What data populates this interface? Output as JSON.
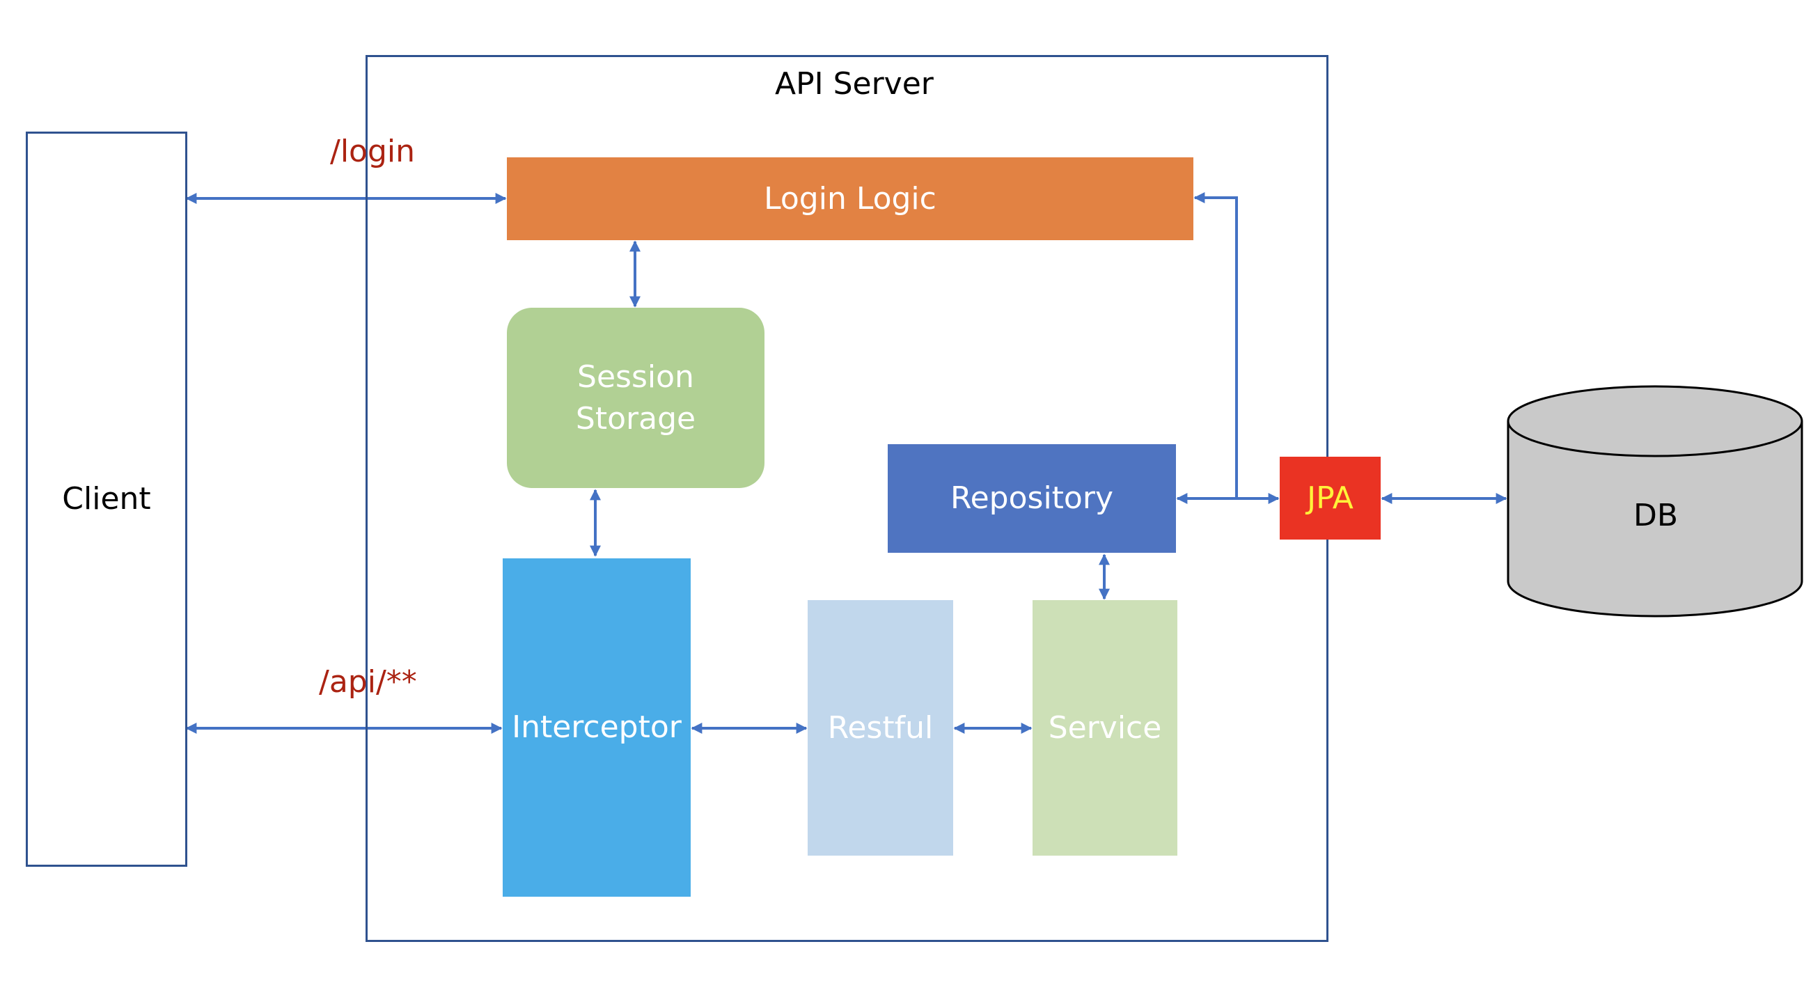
{
  "colors": {
    "outline": "#2f528f",
    "arrow": "#4472c4",
    "route_text": "#ab2312",
    "login_logic": "#e28243",
    "session_storage": "#b1d094",
    "repository": "#4f74c1",
    "interceptor": "#4aade8",
    "restful": "#c1d7ec",
    "service": "#cde0b7",
    "jpa": "#ea3323",
    "jpa_text": "#fff33a",
    "db_fill": "#c9c9c9",
    "db_stroke": "#000000"
  },
  "diagram": {
    "server_title": "API Server",
    "client": "Client",
    "routes": {
      "login": "/login",
      "api": "/api/**"
    },
    "components": {
      "login_logic": "Login Logic",
      "session_storage_line1": "Session",
      "session_storage_line2": "Storage",
      "repository": "Repository",
      "interceptor": "Interceptor",
      "restful": "Restful",
      "service": "Service",
      "jpa": "JPA"
    },
    "database": "DB"
  },
  "connections": [
    {
      "from": "Client",
      "to": "Login Logic",
      "via": "/login",
      "bidirectional": true
    },
    {
      "from": "Client",
      "to": "Interceptor",
      "via": "/api/**",
      "bidirectional": true
    },
    {
      "from": "Login Logic",
      "to": "Session Storage",
      "bidirectional": true
    },
    {
      "from": "Session Storage",
      "to": "Interceptor",
      "bidirectional": true
    },
    {
      "from": "Interceptor",
      "to": "Restful",
      "bidirectional": true
    },
    {
      "from": "Restful",
      "to": "Service",
      "bidirectional": true
    },
    {
      "from": "Service",
      "to": "Repository",
      "bidirectional": true
    },
    {
      "from": "Repository",
      "to": "JPA",
      "bidirectional": true
    },
    {
      "from": "JPA",
      "to": "Login Logic",
      "bidirectional": false
    },
    {
      "from": "JPA",
      "to": "DB",
      "bidirectional": true
    }
  ]
}
